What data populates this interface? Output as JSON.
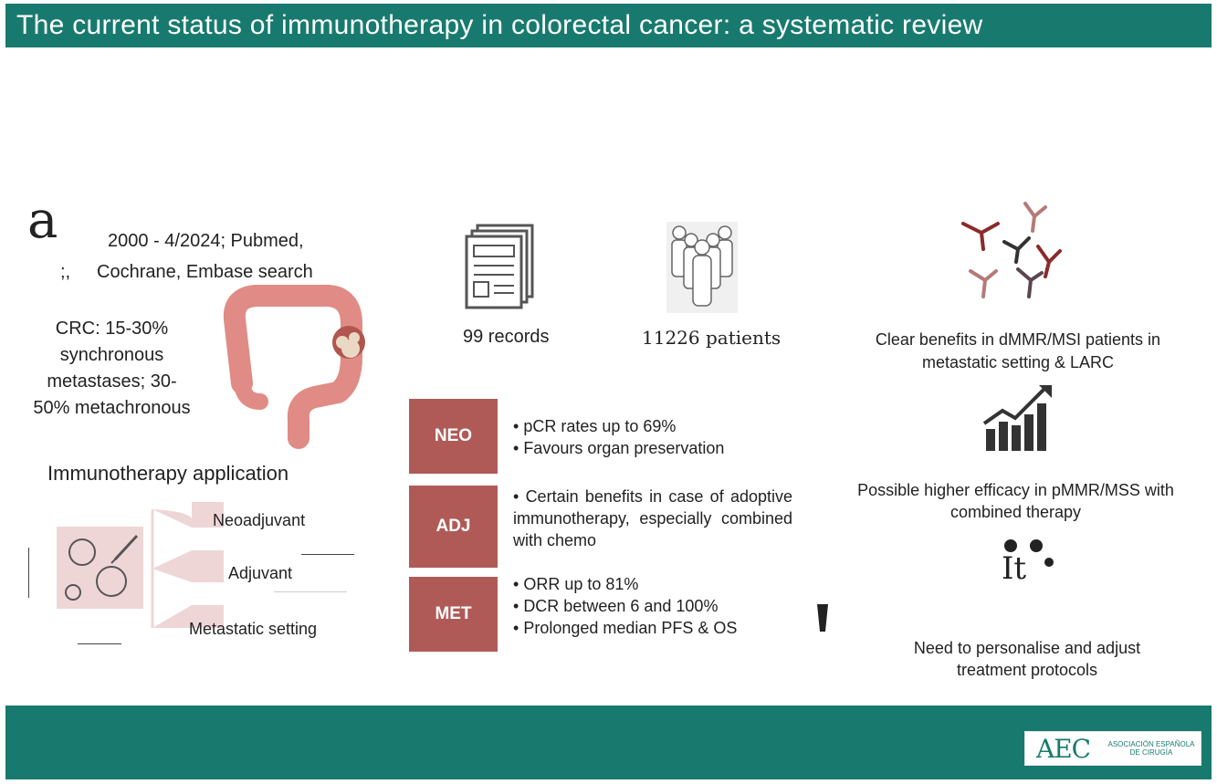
{
  "title": "The current status of immunotherapy in colorectal cancer: a systematic review",
  "left": {
    "logo_glyph": "a",
    "search_line1": "2000 - 4/2024; Pubmed,",
    "search_prefix": ";,",
    "search_line2": "Cochrane, Embase search",
    "crc_lines": [
      "CRC: 15-30%",
      "synchronous",
      "metastases; 30-",
      "50% metachronous"
    ],
    "app_title": "Immunotherapy application",
    "branches": [
      "Neoadjuvant",
      "Adjuvant",
      "Metastatic setting"
    ]
  },
  "middle": {
    "records": "99 records",
    "patients": "11226 patients",
    "rows": [
      {
        "label": "NEO",
        "bullets": [
          "pCR rates up to 69%",
          "Favours organ preservation"
        ]
      },
      {
        "label": "ADJ",
        "bullets": [
          "Certain benefits in case of adoptive immunotherapy, especially combined with chemo"
        ]
      },
      {
        "label": "MET",
        "bullets": [
          "ORR up to 81%",
          "DCR between 6 and 100%",
          "Prolonged median PFS & OS"
        ]
      }
    ]
  },
  "right": {
    "benefit": "Clear benefits in dMMR/MSI patients in metastatic setting & LARC",
    "efficacy": "Possible higher efficacy in pMMR/MSS with combined therapy",
    "personalise": "Need to personalise and adjust treatment protocols"
  },
  "footer": {
    "logo_mark": "AEC",
    "logo_text_1": "ASOCIACIÓN ESPAÑOLA",
    "logo_text_2": "DE CIRUGÍA"
  },
  "colors": {
    "teal": "#187a6e",
    "box_red": "#b05a57",
    "colon": "#e08b85",
    "pink": "#efd6d6"
  }
}
